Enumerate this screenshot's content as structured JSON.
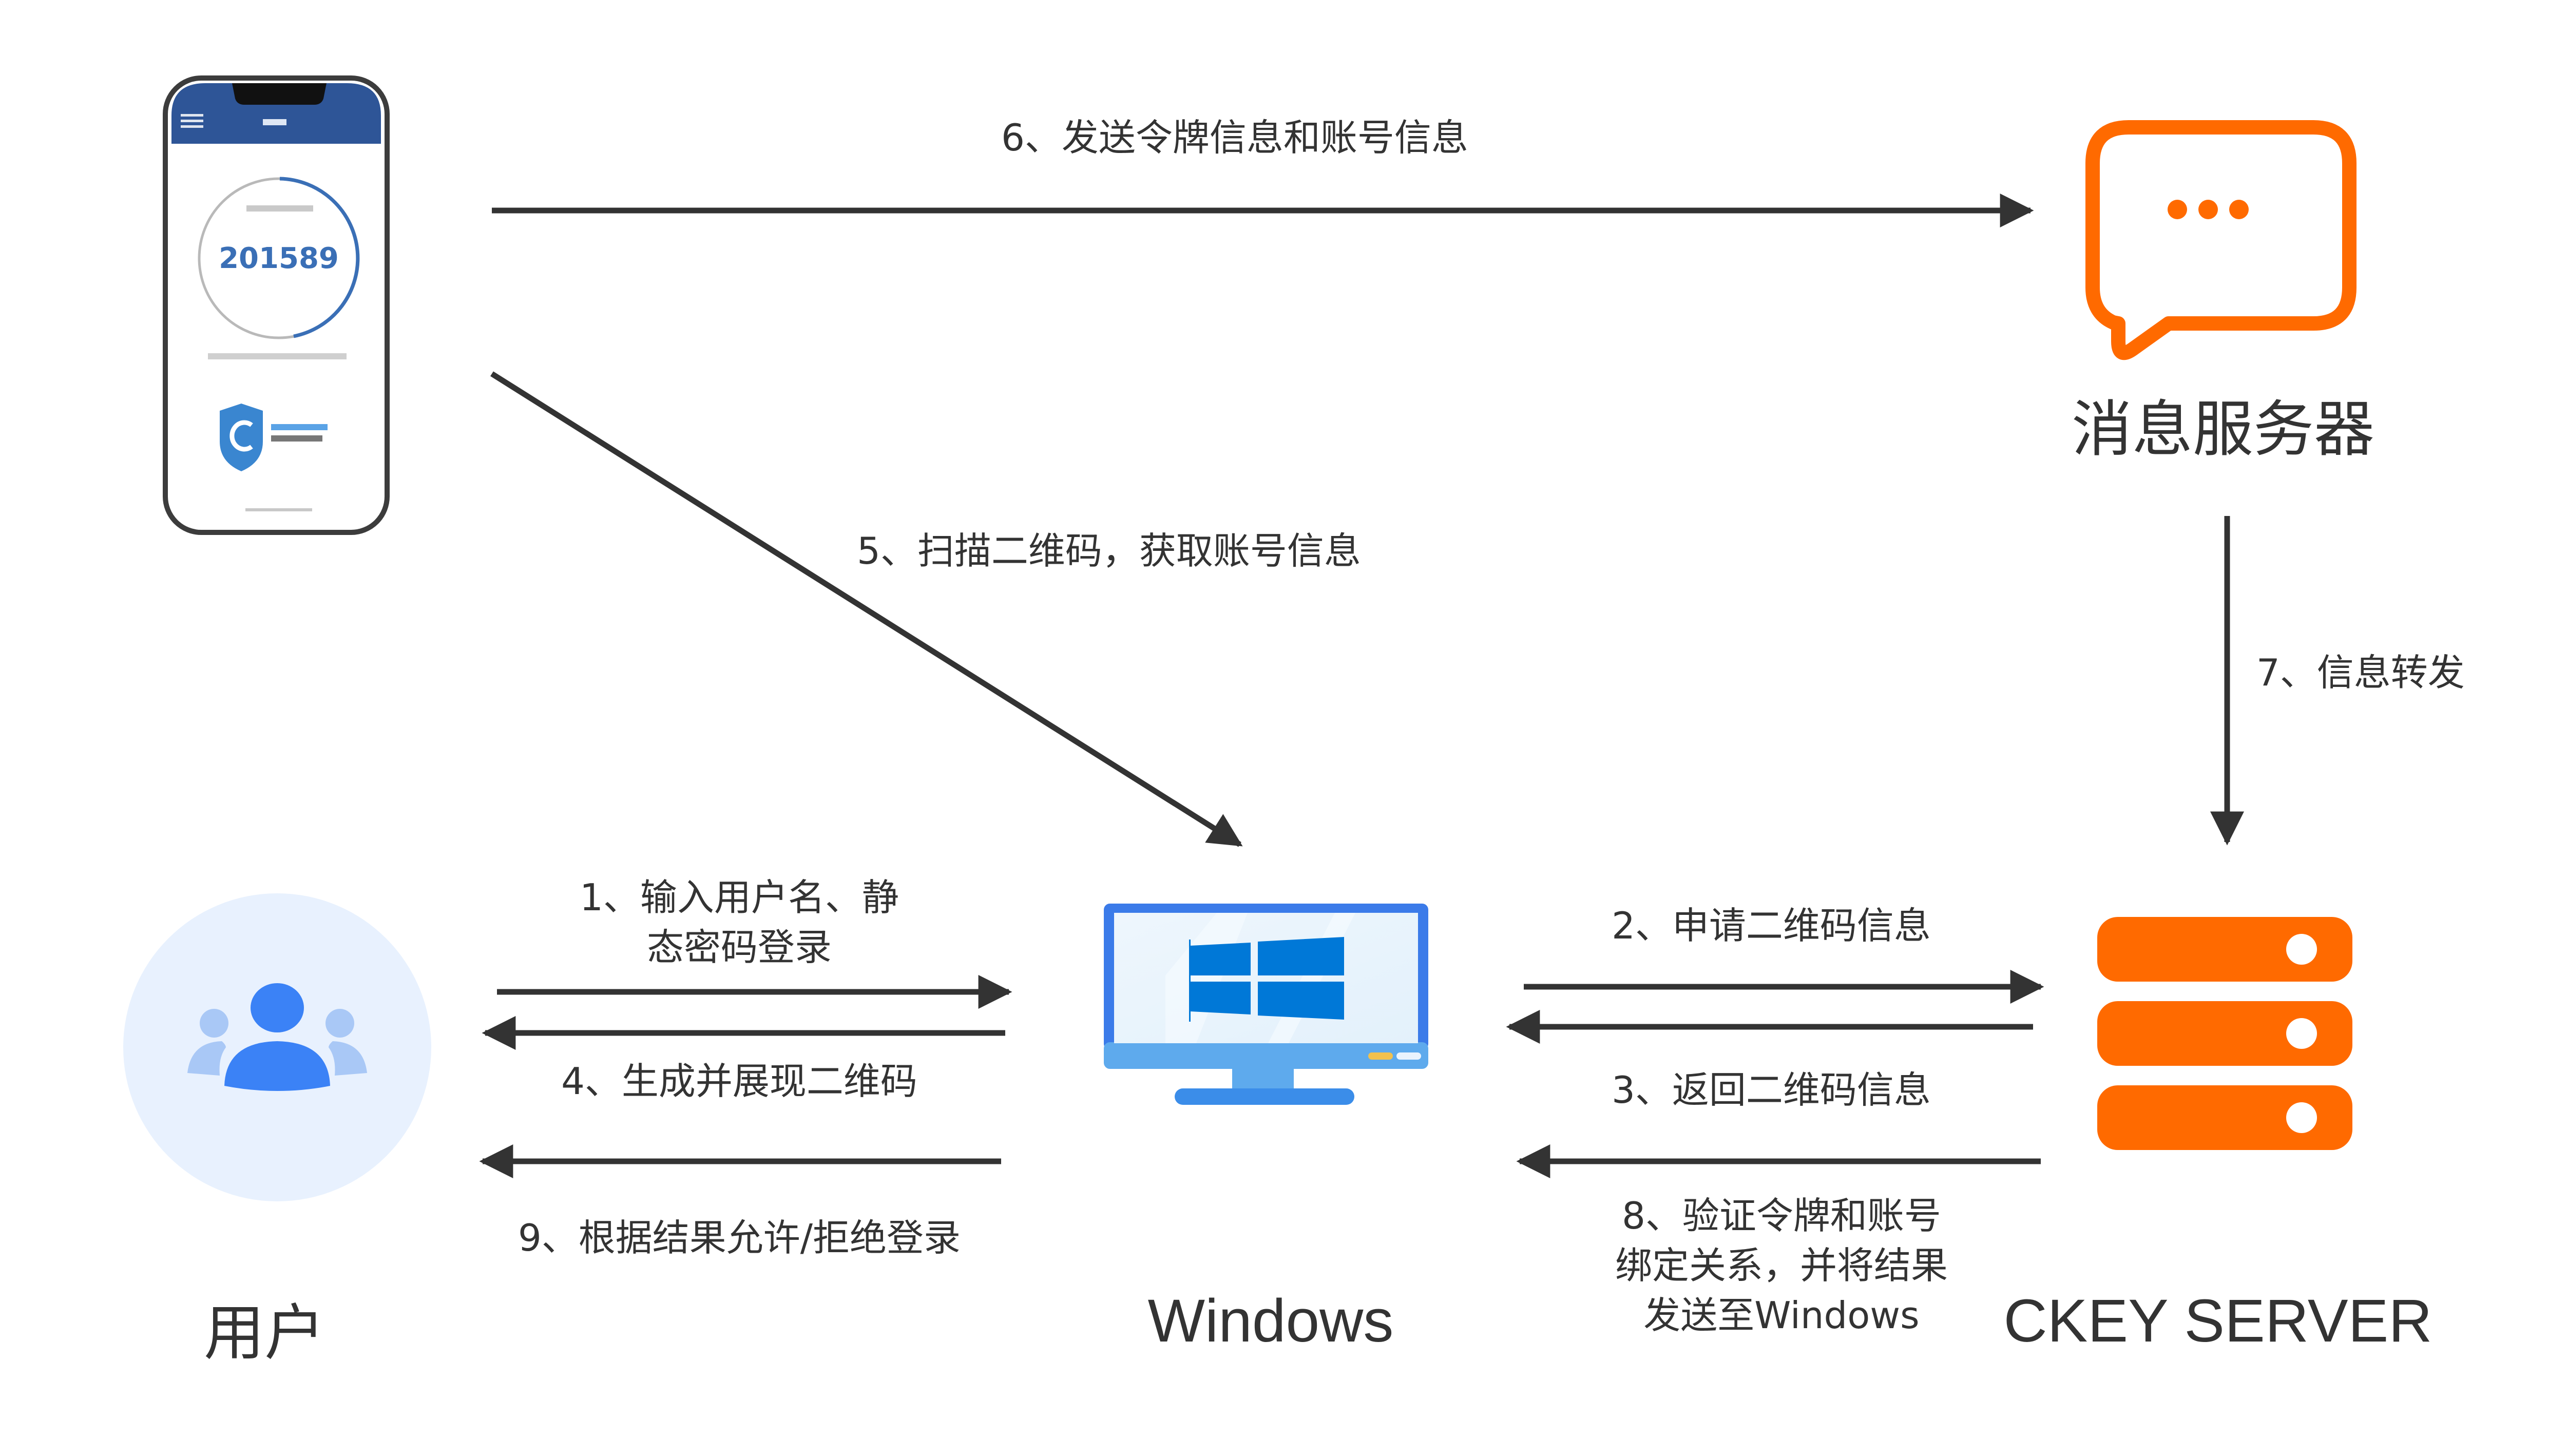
{
  "diagram": {
    "type": "flow",
    "colors": {
      "arrow": "#333333",
      "orange_accent": "#ff6a00",
      "blue_primary": "#3b82f6",
      "blue_light_bg": "#e8f1fe",
      "windows_blue": "#0078d7",
      "phone_header": "#2e5597"
    },
    "nodes": {
      "phone": {
        "name": "mobile-token-app",
        "otp_code": "201589"
      },
      "message_server": {
        "label": "消息服务器",
        "icon": "chat-bubble-icon"
      },
      "user": {
        "label": "用户",
        "icon": "users-group-icon"
      },
      "windows": {
        "label": "Windows",
        "icon": "windows-monitor-icon"
      },
      "ckey_server": {
        "label": "CKEY SERVER",
        "icon": "server-stack-icon"
      }
    },
    "steps": [
      {
        "id": 1,
        "lines": [
          "1、输入用户名、静",
          "态密码登录"
        ],
        "from": "user",
        "to": "windows"
      },
      {
        "id": 2,
        "lines": [
          "2、申请二维码信息"
        ],
        "from": "windows",
        "to": "ckey_server"
      },
      {
        "id": 3,
        "lines": [
          "3、返回二维码信息"
        ],
        "from": "ckey_server",
        "to": "windows"
      },
      {
        "id": 4,
        "lines": [
          "4、生成并展现二维码"
        ],
        "from": "windows",
        "to": "user"
      },
      {
        "id": 5,
        "lines": [
          "5、扫描二维码，获取账号信息"
        ],
        "from": "phone",
        "to": "windows"
      },
      {
        "id": 6,
        "lines": [
          "6、发送令牌信息和账号信息"
        ],
        "from": "phone",
        "to": "message_server"
      },
      {
        "id": 7,
        "lines": [
          "7、信息转发"
        ],
        "from": "message_server",
        "to": "ckey_server"
      },
      {
        "id": 8,
        "lines": [
          "8、验证令牌和账号",
          "绑定关系，并将结果",
          "发送至Windows"
        ],
        "from": "ckey_server",
        "to": "windows"
      },
      {
        "id": 9,
        "lines": [
          "9、根据结果允许/拒绝登录"
        ],
        "from": "windows",
        "to": "user"
      }
    ]
  }
}
